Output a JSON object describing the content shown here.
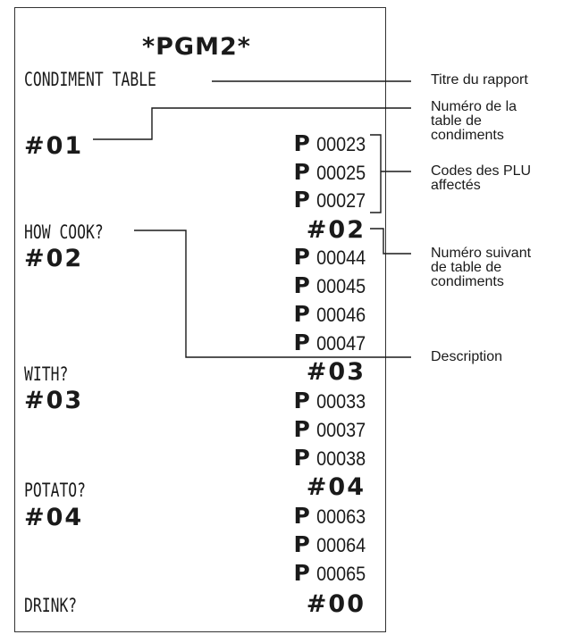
{
  "receipt": {
    "title": "*PGM2*",
    "report_name": "CONDIMENT TABLE",
    "tables": [
      {
        "number": "#01",
        "description": "",
        "plus": [
          "00023",
          "00025",
          "00027"
        ],
        "next": "#02"
      },
      {
        "number": "#02",
        "description": "HOW COOK?",
        "plus": [
          "00044",
          "00045",
          "00046",
          "00047"
        ],
        "next": "#03"
      },
      {
        "number": "#03",
        "description": "WITH?",
        "plus": [
          "00033",
          "00037",
          "00038"
        ],
        "next": "#04"
      },
      {
        "number": "#04",
        "description": "POTATO?",
        "plus": [
          "00063",
          "00064",
          "00065"
        ],
        "next": "#00"
      }
    ],
    "last_description": "DRINK?",
    "plu_prefix": "P"
  },
  "annotations": {
    "report_title": "Titre du rapport",
    "table_number": "Numéro de la table de condiments",
    "plu_codes": "Codes des PLU affectés",
    "next_table": "Numéro suivant de table de condiments",
    "description": "Description"
  }
}
